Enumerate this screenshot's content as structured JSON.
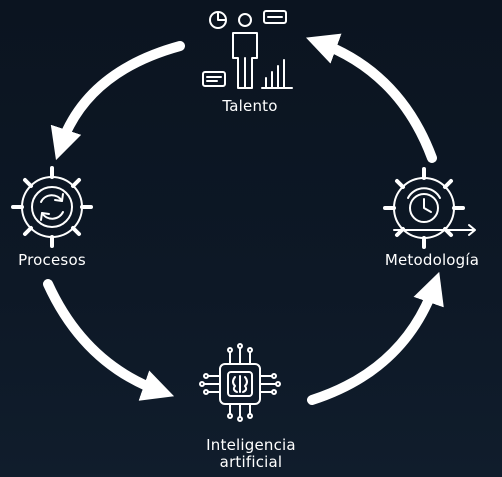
{
  "nodes": {
    "talento": {
      "label": "Talento",
      "icon": "person-analytics-icon"
    },
    "procesos": {
      "label": "Procesos",
      "icon": "gear-refresh-icon"
    },
    "metodologia": {
      "label": "Metodología",
      "icon": "gear-clock-icon"
    },
    "ia": {
      "label_line1": "Inteligencia",
      "label_line2": "artificial",
      "icon": "ai-chip-icon"
    }
  },
  "flow": [
    "talento",
    "procesos",
    "ia",
    "metodologia",
    "talento"
  ],
  "colors": {
    "foreground": "#ffffff",
    "background": "#0d1826"
  }
}
